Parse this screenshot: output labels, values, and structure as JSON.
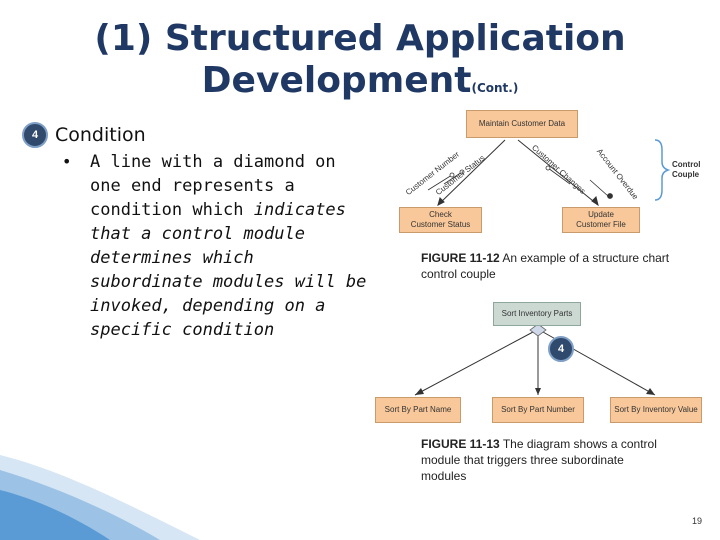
{
  "title": {
    "line1": "(1) Structured Application",
    "line2": "Development",
    "cont": "(Cont.)"
  },
  "badges": {
    "left": "4",
    "figure": "4"
  },
  "heading": "Condition",
  "bullet": {
    "marker": "•",
    "normal": "A line with a diamond on one end represents a condition which",
    "italic": "indicates that a control module determines which subordinate modules will be invoked, depending on a specific condition"
  },
  "figure12": {
    "top_box": "Maintain Customer Data",
    "left_box_line1": "Check",
    "left_box_line2": "Customer Status",
    "right_box_line1": "Update",
    "right_box_line2": "Customer File",
    "flags": [
      "Customer Number",
      "Customer Status",
      "Customer Changes",
      "Account Overdue"
    ],
    "bracket_label_line1": "Control",
    "bracket_label_line2": "Couple",
    "caption_bold": "FIGURE 11-12",
    "caption_text": " An example of a structure chart control couple"
  },
  "figure13": {
    "top_box": "Sort Inventory Parts",
    "boxes": [
      "Sort By Part Name",
      "Sort By Part Number",
      "Sort By Inventory Value"
    ],
    "caption_bold": "FIGURE 11-13",
    "caption_text": " The diagram shows a control module that triggers three subordinate modules"
  },
  "page_number": "19",
  "colors": {
    "title": "#1f3864",
    "box": "#f8c89a",
    "box_gray": "#ccd8d2",
    "wave": "#5b9bd5"
  }
}
